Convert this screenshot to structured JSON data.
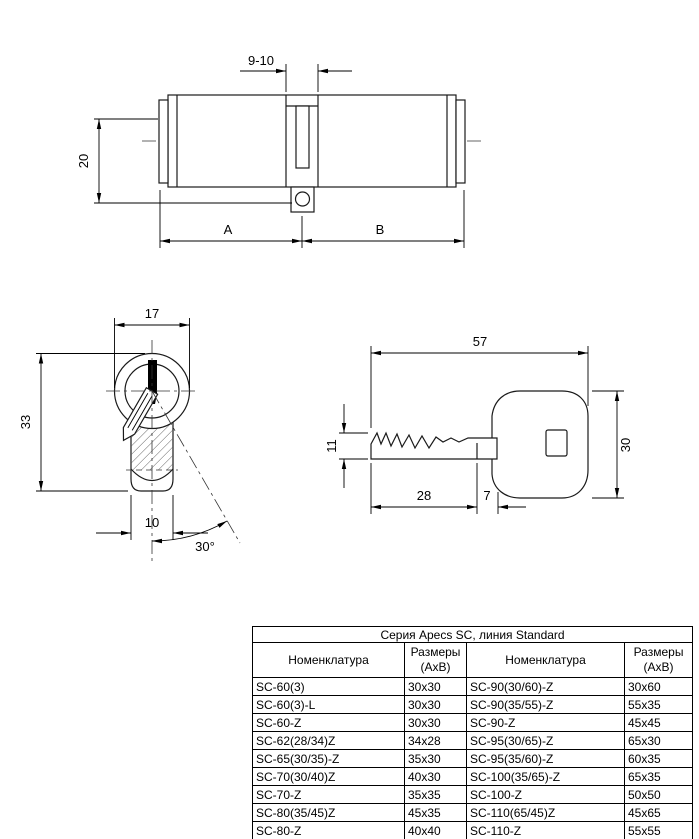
{
  "drawings": {
    "cylinder_side": {
      "dim_cam_width": "9-10",
      "dim_height": "20",
      "dim_a": "A",
      "dim_b": "B"
    },
    "cylinder_front": {
      "dim_width": "17",
      "dim_height": "33",
      "dim_stem_width": "10",
      "dim_angle": "30°"
    },
    "key": {
      "dim_length": "57",
      "dim_blade_height": "11",
      "dim_bow_height": "30",
      "dim_cut_length": "28",
      "dim_shoulder": "7"
    }
  },
  "table": {
    "title": "Серия Apecs SC, линия Standard",
    "headers": [
      "Номенклатура",
      "Размеры (АхВ)",
      "Номенклатура",
      "Размеры (АхВ)"
    ],
    "rows": [
      [
        "SC-60(3)",
        "30x30",
        "SC-90(30/60)-Z",
        "30x60"
      ],
      [
        "SC-60(3)-L",
        "30x30",
        "SC-90(35/55)-Z",
        "55x35"
      ],
      [
        "SC-60-Z",
        "30x30",
        "SC-90-Z",
        "45x45"
      ],
      [
        "SC-62(28/34)Z",
        "34x28",
        "SC-95(30/65)-Z",
        "65x30"
      ],
      [
        "SC-65(30/35)-Z",
        "35x30",
        "SC-95(35/60)-Z",
        "60x35"
      ],
      [
        "SC-70(30/40)Z",
        "40x30",
        "SC-100(35/65)-Z",
        "65x35"
      ],
      [
        "SC-70-Z",
        "35x35",
        "SC-100-Z",
        "50x50"
      ],
      [
        "SC-80(35/45)Z",
        "45x35",
        "SC-110(65/45)Z",
        "45x65"
      ],
      [
        "SC-80-Z",
        "40x40",
        "SC-110-Z",
        "55x55"
      ]
    ]
  }
}
